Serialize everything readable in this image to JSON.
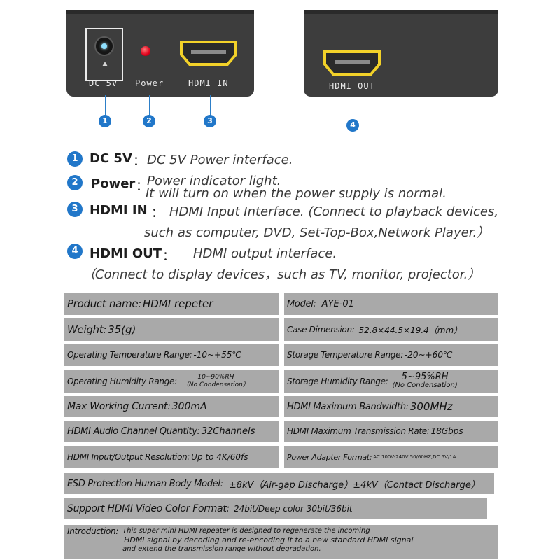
{
  "devices": {
    "input_labels": [
      "DC 5V",
      "Power",
      "HDMI IN"
    ],
    "output_labels": [
      "HDMI OUT"
    ],
    "markers": [
      "1",
      "2",
      "3",
      "4"
    ],
    "colors": {
      "body": "#3d3d3d",
      "led": "#e0001b",
      "hdmi": "#f2d129",
      "marker": "#2177c9"
    }
  },
  "legend": [
    {
      "num": "1",
      "key": "DC 5V",
      "sep": "：",
      "lines": [
        "DC 5V Power interface."
      ]
    },
    {
      "num": "2",
      "key": "Power",
      "sep": "：",
      "lines": [
        "Power indicator light.",
        "It will turn on when the power supply is normal."
      ]
    },
    {
      "num": "3",
      "key": "HDMI IN",
      "sep": "：",
      "lines": [
        "HDMI Input Interface. (Connect to playback devices,",
        "such as computer, DVD, Set-Top-Box,Network Player.）"
      ]
    },
    {
      "num": "4",
      "key": "HDMI OUT",
      "sep": "：",
      "lines": [
        "HDMI output interface.",
        "（Connect to display devices，such as TV, monitor, projector.）"
      ]
    }
  ],
  "specs": {
    "product_name": {
      "label": "Product name:",
      "value": "HDMI repeter"
    },
    "model": {
      "label": "Model:",
      "value": "AYE-01"
    },
    "weight": {
      "label": "Weight:",
      "value": "35(g)"
    },
    "case_dimension": {
      "label": "Case Dimension:",
      "value": "52.8×44.5×19.4（mm）"
    },
    "operating_temperature": {
      "label": "Operating Temperature Range:",
      "value": "-10~+55℃"
    },
    "storage_temperature": {
      "label": "Storage Temperature Range:",
      "value": "-20~+60℃"
    },
    "operating_humidity": {
      "label": "Operating Humidity Range:",
      "value": "10~90%RH",
      "note": "（No Condensation）"
    },
    "storage_humidity": {
      "label": "Storage Humidity Range:",
      "value": "5~95%RH",
      "note": "(No Condensation)"
    },
    "max_current": {
      "label": "Max Working Current:",
      "value": "300mA"
    },
    "bandwidth": {
      "label": "HDMI Maximum Bandwidth:",
      "value": "300MHz"
    },
    "audio_channels": {
      "label": "HDMI Audio Channel Quantity:",
      "value": "32Channels"
    },
    "transmission_rate": {
      "label": "HDMI Maximum Transmission Rate:",
      "value": "18Gbps"
    },
    "resolution": {
      "label": "HDMI Input/Output Resolution:",
      "value": "Up to 4K/60fs"
    },
    "adapter": {
      "label": "Power Adapter Format:",
      "value": "AC 100V-240V 50/60HZ,DC 5V/1A"
    },
    "esd": {
      "label": "ESD Protection Human Body Model:",
      "value": "±8kV（Air-gap Discharge）±4kV（Contact Discharge）"
    },
    "color_format": {
      "label": "Support HDMI Video Color Format:",
      "value": "24bit/Deep color 30bit/36bit"
    },
    "introduction": {
      "label": "Introduction:",
      "lines": [
        "This super mini HDMI repeater is designed to regenerate the incoming",
        "HDMI signal by decoding and re-encoding it to a new standard HDMI signal",
        "and extend the transmission range without degradation."
      ]
    }
  }
}
